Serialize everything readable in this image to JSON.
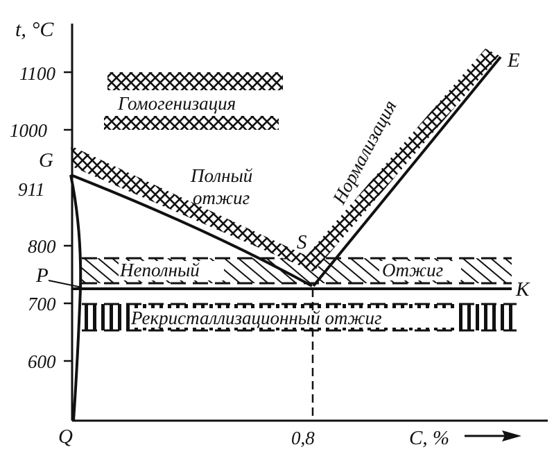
{
  "diagram": {
    "axis": {
      "y_label": "t, °C",
      "x_label": "C, %",
      "y_ticks": [
        "1100",
        "1000",
        "911",
        "800",
        "700",
        "600"
      ],
      "x_ticks": [
        "0,8"
      ]
    },
    "points": {
      "G": "G",
      "P": "P",
      "Q": "Q",
      "S": "S",
      "E": "E",
      "K": "K"
    },
    "zones": {
      "homogenization": "Гомогенизация",
      "full_anneal_line1": "Полный",
      "full_anneal_line2": "отжиг",
      "normalization": "Нормализация",
      "incomplete": "Неполный",
      "anneal": "Отжиг",
      "recrystallization": "Рекристаллизационный отжиг"
    }
  }
}
